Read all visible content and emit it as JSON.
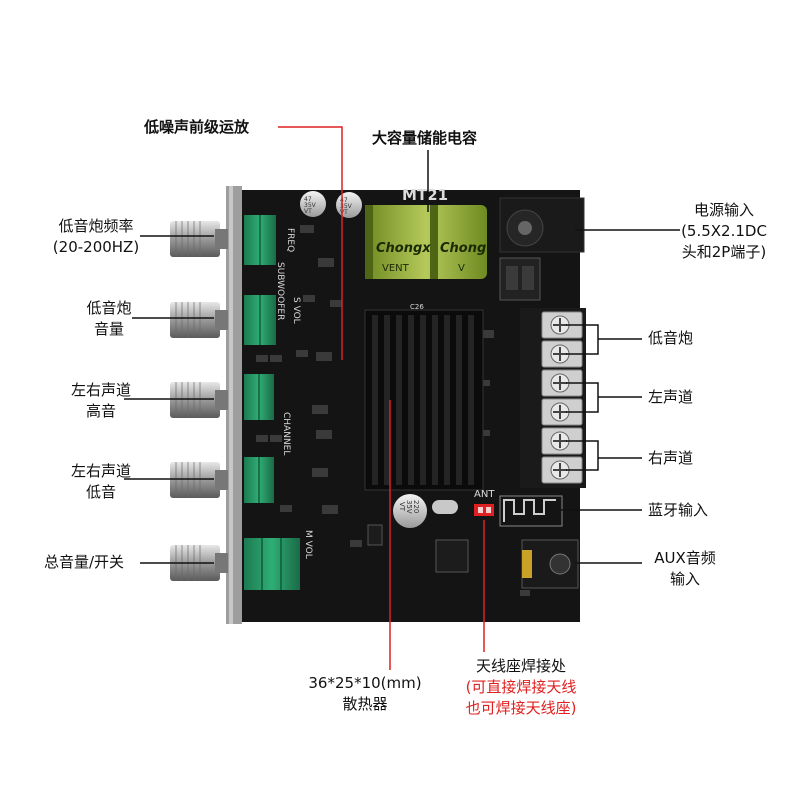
{
  "labels": {
    "lownoise_preamp": "低噪声前级运放",
    "big_capacitor": "大容量储能电容",
    "power_input": [
      "电源输入",
      "(5.5X2.1DC",
      "头和2P端子)"
    ],
    "bass_freq": [
      "低音炮频率",
      "(20-200HZ)"
    ],
    "bass_volume": [
      "低音炮",
      "音量"
    ],
    "lr_treble": [
      "左右声道",
      "高音"
    ],
    "lr_bass": [
      "左右声道",
      "低音"
    ],
    "master_volume": "总音量/开关",
    "subwoofer_out": "低音炮",
    "left_channel": "左声道",
    "right_channel": "右声道",
    "bluetooth_input": "蓝牙输入",
    "aux_input": [
      "AUX音频",
      "输入"
    ],
    "heatsink": [
      "36*25*10(mm)",
      "散热器"
    ],
    "antenna": {
      "title": "天线座焊接处",
      "note": [
        "(可直接焊接天线",
        "也可焊接天线座)"
      ]
    }
  },
  "board": {
    "model": "MT21",
    "cap_brand": "Chongx",
    "cap_brand2": "Chong",
    "cap_series": "VENT",
    "small_cap": [
      "47",
      "35V",
      "VT"
    ],
    "cap220": [
      "220",
      "35V",
      "VT"
    ],
    "ant": "ANT",
    "silk_freq": "FREQ",
    "silk_sub": "SUBWOOFER",
    "silk_svol": "S VOL",
    "silk_channel": "CHANNEL",
    "silk_mvol": "M VOL",
    "silk_c26": "C26"
  },
  "colors": {
    "board": "#141414",
    "knob_grey": "#9a9a9a",
    "pot_green": "#1f8f5f",
    "capacitor_green": "#8aa33a",
    "heatsink": "#111111",
    "leader_red": "#e02020"
  }
}
